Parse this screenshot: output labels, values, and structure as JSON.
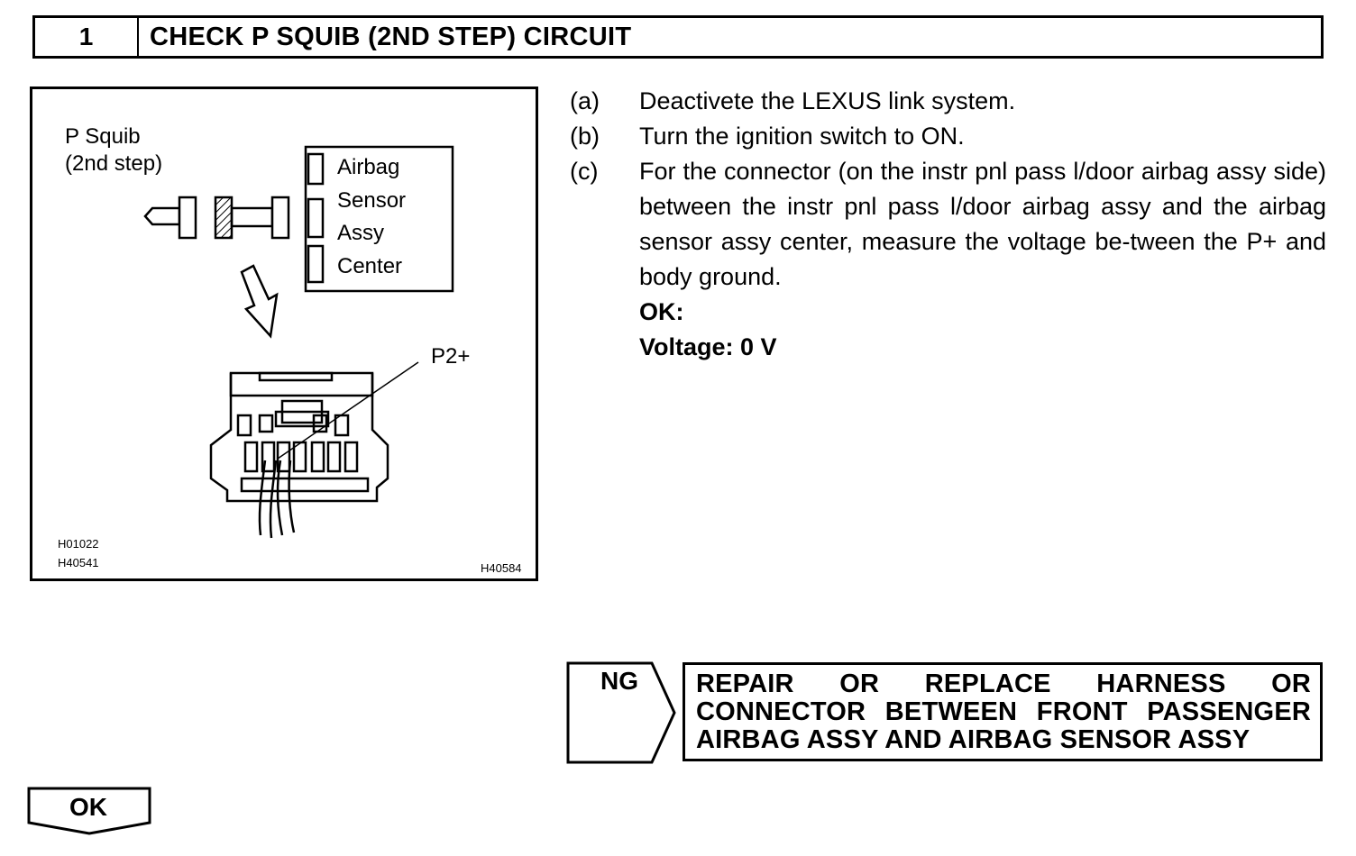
{
  "header": {
    "step_number": "1",
    "title": "CHECK P SQUIB (2ND STEP) CIRCUIT"
  },
  "figure": {
    "squib_label_line1": "P Squib",
    "squib_label_line2": "(2nd step)",
    "sensor_label": [
      "Airbag",
      "Sensor",
      "Assy",
      "Center"
    ],
    "terminal_label": "P2+",
    "codes": [
      "H01022",
      "H40541",
      "H40584"
    ]
  },
  "steps": [
    {
      "letter": "(a)",
      "text": "Deactivete the LEXUS link system."
    },
    {
      "letter": "(b)",
      "text": "Turn the ignition switch to ON."
    },
    {
      "letter": "(c)",
      "text": "For the connector (on the instr pnl pass l/door airbag assy side) between the instr pnl pass l/door airbag assy and the airbag sensor assy center, measure the voltage be-tween the P+ and body ground."
    }
  ],
  "result": {
    "ok_label": "OK:",
    "voltage": "Voltage: 0 V"
  },
  "ng": {
    "label": "NG",
    "action": "REPAIR OR REPLACE HARNESS OR CONNECTOR BETWEEN FRONT PASSENGER AIRBAG ASSY AND AIRBAG SENSOR ASSY"
  },
  "ok_tag": "OK"
}
